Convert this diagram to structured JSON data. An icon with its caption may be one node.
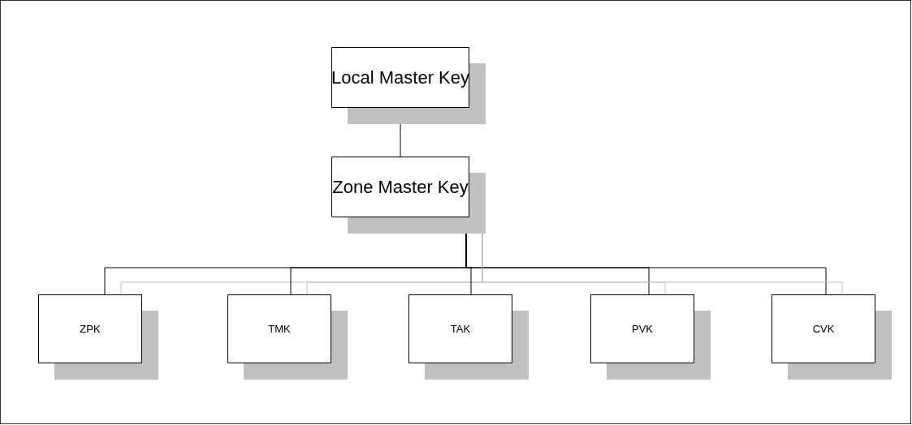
{
  "diagram": {
    "nodes": [
      {
        "text": [
          "Local Master Key"
        ]
      },
      {
        "text": [
          "Zone Master Key"
        ]
      },
      {
        "text": [
          "ZPK"
        ]
      },
      {
        "text": [
          "TMK"
        ]
      },
      {
        "text": [
          "TAK"
        ]
      },
      {
        "text": [
          "PVK"
        ]
      },
      {
        "text": [
          "CVK"
        ]
      }
    ],
    "edges": [
      {
        "from": 0,
        "to": 1,
        "arrow": "none"
      },
      {
        "from": 1,
        "to": 2,
        "arrow": "none"
      },
      {
        "from": 1,
        "to": 3,
        "arrow": "none"
      },
      {
        "from": 1,
        "to": 4,
        "arrow": "none"
      },
      {
        "from": 1,
        "to": 5,
        "arrow": "none"
      },
      {
        "from": 1,
        "to": 6,
        "arrow": "none"
      }
    ]
  }
}
